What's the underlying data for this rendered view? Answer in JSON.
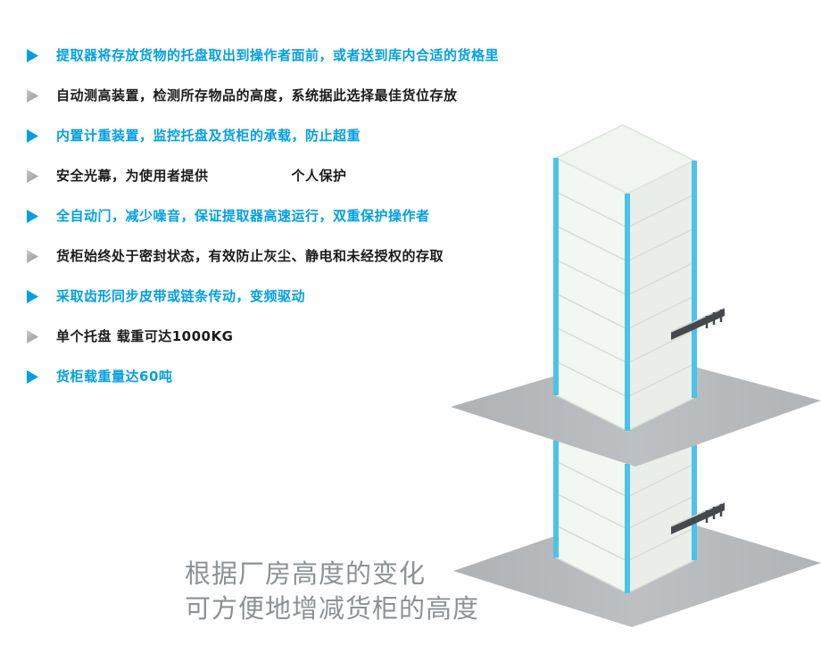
{
  "bullets": [
    {
      "icon": "blue-arrow-icon",
      "highlight": true,
      "text": "提取器将存放货物的托盘取出到操作者面前，或者送到库内合适的货格里"
    },
    {
      "icon": "gray-arrow-icon",
      "highlight": false,
      "text": "自动测高装置，检测所存物品的高度，系统据此选择最佳货位存放"
    },
    {
      "icon": "blue-arrow-icon",
      "highlight": true,
      "text": "内置计重装置，监控托盘及货柜的承载，防止超重"
    },
    {
      "icon": "gray-arrow-icon",
      "highlight": false,
      "text": "安全光幕，为使用者提供　　　　　　个人保护"
    },
    {
      "icon": "blue-arrow-icon",
      "highlight": true,
      "text": "全自动门，减少噪音，保证提取器高速运行，双重保护操作者"
    },
    {
      "icon": "gray-arrow-icon",
      "highlight": false,
      "text": "货柜始终处于密封状态，有效防止灰尘、静电和未经授权的存取"
    },
    {
      "icon": "blue-arrow-icon",
      "highlight": true,
      "text": "采取齿形同步皮带或链条传动，变频驱动"
    },
    {
      "icon": "gray-arrow-icon",
      "highlight": false,
      "text": "单个托盘 载重可达1000KG"
    },
    {
      "icon": "blue-arrow-icon",
      "highlight": true,
      "text": "货柜载重量达60吨"
    }
  ],
  "caption": {
    "line1": "根据厂房高度的变化",
    "line2": "可方便地增减货柜的高度"
  },
  "illustration": {
    "description": "two vertical lift storage towers on gray isometric platforms"
  },
  "colors": {
    "highlight_blue": "#00a0e6",
    "body_text": "#1b1b1b",
    "caption_gray": "#8c9194",
    "tower_edge_cyan": "#4ac3e9",
    "tower_face_light": "#f3f7f2",
    "tower_face_shaded": "#e9efe8",
    "platform_gray": "#b5b9bb"
  }
}
